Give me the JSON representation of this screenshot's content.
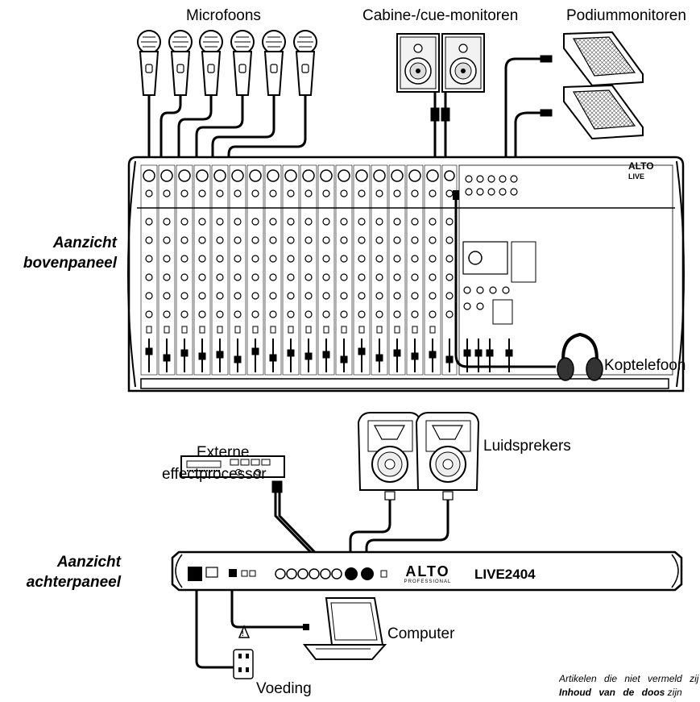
{
  "labels": {
    "microphones": "Microfoons",
    "booth_monitors": "Cabine-/cue-monitoren",
    "stage_monitors": "Podiummonitoren",
    "headphones": "Koptelefoon",
    "effects_line1": "Externe",
    "effects_line2": "effectprocessor",
    "speakers": "Luidsprekers",
    "computer": "Computer",
    "power": "Voeding"
  },
  "views": {
    "top_line1": "Aanzicht",
    "top_line2": "bovenpaneel",
    "rear_line1": "Aanzicht",
    "rear_line2": "achterpaneel"
  },
  "device": {
    "brand": "ALTO",
    "brand_sub": "PROFESSIONAL",
    "model": "LIVE2404",
    "top_badge": "LIVE"
  },
  "footnote": {
    "line1": "Artikelen die niet vermeld zij",
    "line2_bold": "Inhoud van de doos",
    "line2_rest": " zijn"
  }
}
